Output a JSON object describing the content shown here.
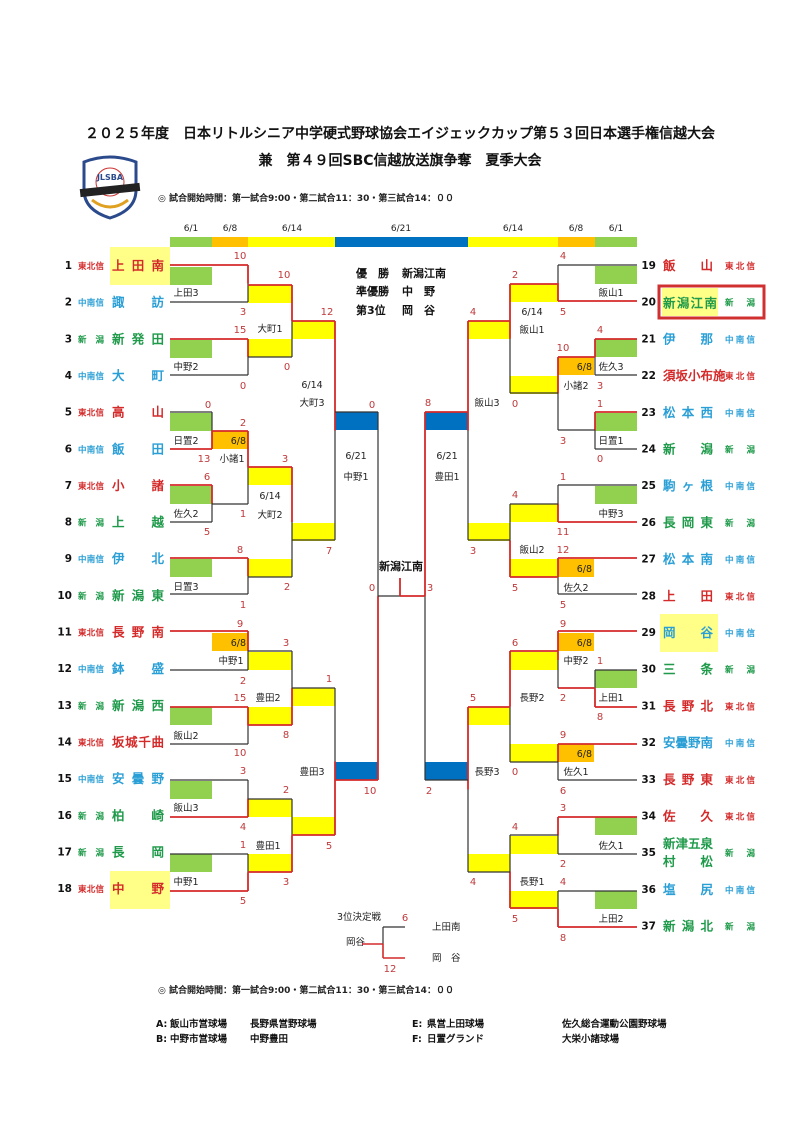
{
  "header": {
    "title": "２０２５年度　日本リトルシニア中学硬式野球協会エイジェックカップ第５３回日本選手権信越大会",
    "subtitle": "兼　第４９回SBC信越放送旗争奪　夏季大会",
    "time_note": "◎ 試合開始時間：第一試合9:00・第二試合11：30・第三試合14：００",
    "logo_text": "JLSBA SENIORS"
  },
  "colors": {
    "red": "#d42a2a",
    "blue": "#2a9fd6",
    "green": "#1e9a4a",
    "yellow": "#ffff00",
    "yellow_light": "#ffff88",
    "lime": "#92d050",
    "orange": "#ffc000",
    "navy": "#0070c0"
  },
  "round_dates": [
    "6/1",
    "6/8",
    "6/14",
    "6/21",
    "6/14",
    "6/8",
    "6/1"
  ],
  "results": [
    {
      "label": "優　勝",
      "team": "新潟江南"
    },
    {
      "label": "準優勝",
      "team": "中　野"
    },
    {
      "label": "第3位",
      "team": "岡　谷"
    }
  ],
  "teams": {
    "left": [
      {
        "no": "1",
        "region": "東北信",
        "name": "上田南"
      },
      {
        "no": "2",
        "region": "中南信",
        "name": "諏訪"
      },
      {
        "no": "3",
        "region": "新潟",
        "name": "新発田"
      },
      {
        "no": "4",
        "region": "中南信",
        "name": "大町"
      },
      {
        "no": "5",
        "region": "東北信",
        "name": "高山"
      },
      {
        "no": "6",
        "region": "中南信",
        "name": "飯田"
      },
      {
        "no": "7",
        "region": "東北信",
        "name": "小諸"
      },
      {
        "no": "8",
        "region": "新潟",
        "name": "上越"
      },
      {
        "no": "9",
        "region": "中南信",
        "name": "伊北"
      },
      {
        "no": "10",
        "region": "新潟",
        "name": "新潟東"
      },
      {
        "no": "11",
        "region": "東北信",
        "name": "長野南"
      },
      {
        "no": "12",
        "region": "中南信",
        "name": "鉢盛"
      },
      {
        "no": "13",
        "region": "新潟",
        "name": "新潟西"
      },
      {
        "no": "14",
        "region": "東北信",
        "name": "坂城千曲"
      },
      {
        "no": "15",
        "region": "中南信",
        "name": "安曇野"
      },
      {
        "no": "16",
        "region": "新潟",
        "name": "柏崎"
      },
      {
        "no": "17",
        "region": "新潟",
        "name": "長岡"
      },
      {
        "no": "18",
        "region": "東北信",
        "name": "中野"
      }
    ],
    "right": [
      {
        "no": "19",
        "region": "東北信",
        "name": "飯山"
      },
      {
        "no": "20",
        "region": "新潟",
        "name": "新潟江南"
      },
      {
        "no": "21",
        "region": "中南信",
        "name": "伊那"
      },
      {
        "no": "22",
        "region": "東北信",
        "name": "須坂小布施"
      },
      {
        "no": "23",
        "region": "中南信",
        "name": "松本西"
      },
      {
        "no": "24",
        "region": "新潟",
        "name": "新潟"
      },
      {
        "no": "25",
        "region": "中南信",
        "name": "駒ヶ根"
      },
      {
        "no": "26",
        "region": "新潟",
        "name": "長岡東"
      },
      {
        "no": "27",
        "region": "中南信",
        "name": "松本南"
      },
      {
        "no": "28",
        "region": "東北信",
        "name": "上田"
      },
      {
        "no": "29",
        "region": "中南信",
        "name": "岡谷"
      },
      {
        "no": "30",
        "region": "新潟",
        "name": "三条"
      },
      {
        "no": "31",
        "region": "東北信",
        "name": "長野北"
      },
      {
        "no": "32",
        "region": "中南信",
        "name": "安曇野南"
      },
      {
        "no": "33",
        "region": "東北信",
        "name": "長野東"
      },
      {
        "no": "34",
        "region": "東北信",
        "name": "佐久"
      },
      {
        "no": "35",
        "region": "新潟",
        "name": "新津五泉",
        "name2": "村松"
      },
      {
        "no": "36",
        "region": "中南信",
        "name": "塩尻"
      },
      {
        "no": "37",
        "region": "新潟",
        "name": "新潟北"
      }
    ]
  },
  "scores": [
    "10",
    "3",
    "10",
    "0",
    "15",
    "0",
    "12",
    "7",
    "0",
    "13",
    "2",
    "1",
    "6",
    "5",
    "3",
    "8",
    "1",
    "2",
    "0",
    "10",
    "0",
    "9",
    "2",
    "15",
    "10",
    "3",
    "8",
    "1",
    "5",
    "3",
    "4",
    "2",
    "3",
    "1",
    "5",
    "4",
    "5",
    "2",
    "0",
    "4",
    "3",
    "10",
    "1",
    "0",
    "3",
    "4",
    "3",
    "8",
    "1",
    "11",
    "4",
    "5",
    "12",
    "5",
    "3",
    "9",
    "1",
    "8",
    "2",
    "6",
    "9",
    "6",
    "0",
    "5",
    "4",
    "2",
    "3",
    "2",
    "4",
    "5",
    "4",
    "8",
    "6",
    "12"
  ],
  "match_labels": [
    "上田3",
    "大町1",
    "中野2",
    "6/14",
    "大町3",
    "日置2",
    "小諸1",
    "佐久2",
    "6/14",
    "大町2",
    "日置3",
    "6/21",
    "中野1",
    "中野1",
    "飯山2",
    "豊田2",
    "豊田3",
    "飯山3",
    "豊田1",
    "中野1",
    "飯山1",
    "6/14",
    "飯山1",
    "佐久3",
    "小諸2",
    "日置1",
    "飯山3",
    "6/21",
    "豊田1",
    "中野3",
    "飯山2",
    "佐久2",
    "中野2",
    "上田1",
    "長野2",
    "佐久1",
    "長野3",
    "佐久1",
    "長野1",
    "上田2"
  ],
  "orange_date": "6/8",
  "champion": "新潟江南",
  "third_place": {
    "title": "3位決定戦",
    "team_top": "上田南",
    "team_bottom": "岡　谷",
    "winner": "岡谷"
  },
  "footer": {
    "time_note": "◎ 試合開始時間：第一試合9:00・第二試合11：30・第三試合14：００",
    "venues": [
      {
        "code": "A:",
        "name1": "飯山市営球場",
        "name2": "長野県営野球場"
      },
      {
        "code": "B:",
        "name1": "中野市営球場",
        "name2": "中野豊田"
      },
      {
        "code": "E:",
        "name1": "県営上田球場",
        "name2": "佐久総合運動公園野球場"
      },
      {
        "code": "F:",
        "name1": "日置グランド",
        "name2": "大栄小諸球場"
      }
    ]
  }
}
